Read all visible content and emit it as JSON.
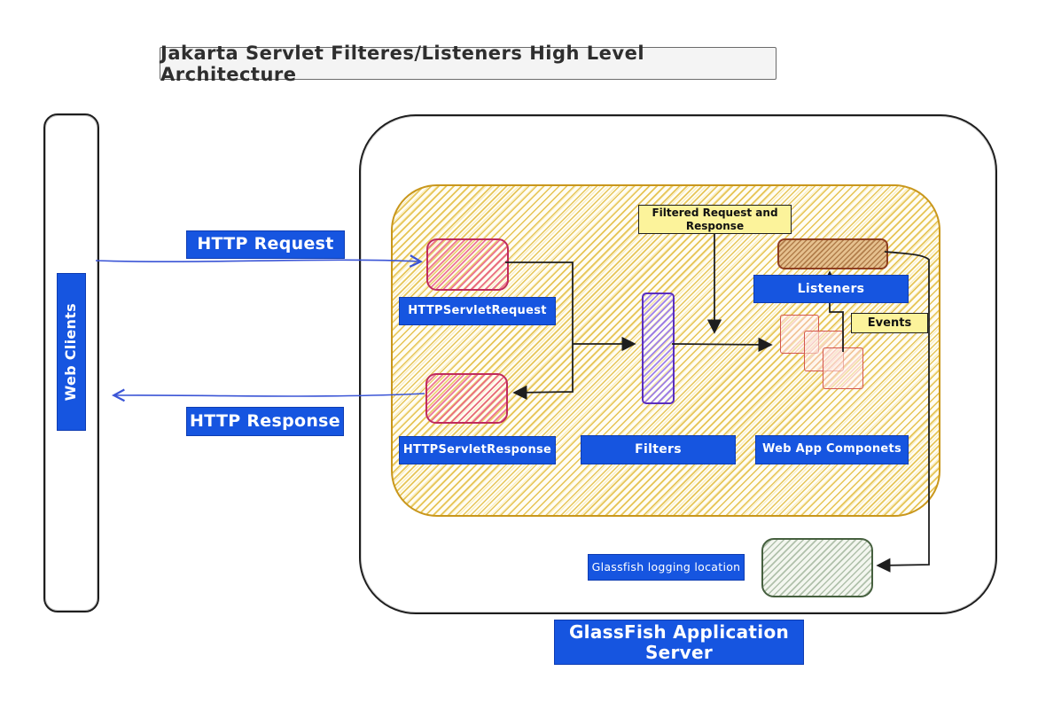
{
  "title": "Jakarta Servlet Filteres/Listeners High Level Architecture",
  "colors": {
    "accent_blue": "#1655e0",
    "note_yellow": "#fcf39b",
    "container_gold_border": "#c9971c",
    "servlet_red": "#c02c5d",
    "filter_purple": "#5b2fbf",
    "listener_brown": "#8f3e1f",
    "logging_green": "#46603f",
    "arrow_blue": "#3b55d6",
    "ink": "#1e1e1e"
  },
  "web_clients": {
    "label": "Web Clients"
  },
  "flows": {
    "request": "HTTP Request",
    "response": "HTTP Response"
  },
  "server": {
    "label": "GlassFish Application Server",
    "web_container": {
      "servlet_request": "HTTPServletRequest",
      "servlet_response": "HTTPServletResponse",
      "filters": "Filters",
      "web_app_components": "Web App Componets",
      "listeners": "Listeners",
      "events": "Events",
      "filtered_note": "Filtered Request and Response"
    },
    "logging": {
      "label": "Glassfish logging location"
    }
  }
}
